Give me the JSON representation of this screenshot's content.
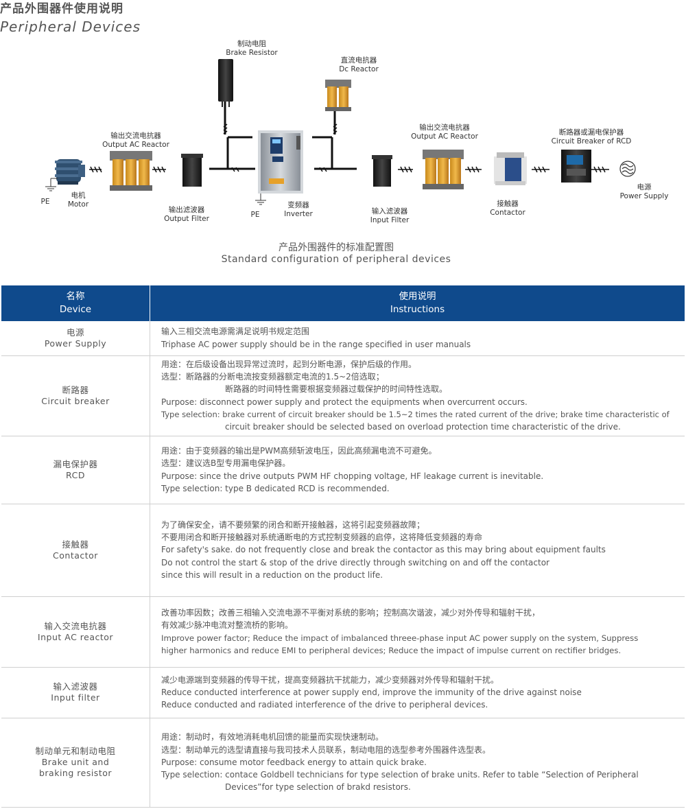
{
  "header": {
    "title_cn": "产品外围器件使用说明",
    "title_en": "Peripheral Devices"
  },
  "diagram": {
    "labels": {
      "brake_resistor_cn": "制动电阻",
      "brake_resistor_en": "Brake Resistor",
      "dc_reactor_cn": "直流电抗器",
      "dc_reactor_en": "Dc Reactor",
      "output_ac_reactor_cn": "输出交流电抗器",
      "output_ac_reactor_en": "Output AC Reactor",
      "output_ac_reactor2_cn": "输出交流电抗器",
      "output_ac_reactor2_en": "Output AC Reactor",
      "breaker_cn": "断路器或漏电保护器",
      "breaker_en": "Circuit Breaker of RCD",
      "motor_cn": "电机",
      "motor_en": "Motor",
      "pe1": "PE",
      "pe2": "PE",
      "output_filter_cn": "输出滤波器",
      "output_filter_en": "Output Filter",
      "inverter_cn": "变频器",
      "inverter_en": "Inverter",
      "input_filter_cn": "输入滤波器",
      "input_filter_en": "Input Filter",
      "contactor_cn": "接触器",
      "contactor_en": "Contactor",
      "power_cn": "电源",
      "power_en": "Power Supply"
    },
    "caption_cn": "产品外围器件的标准配置图",
    "caption_en": "Standard configuration of peripheral devices"
  },
  "table": {
    "headers": {
      "device_cn": "名称",
      "device_en": "Device",
      "instr_cn": "使用说明",
      "instr_en": "Instructions"
    },
    "rows": [
      {
        "name_cn": "电源",
        "name_en": "Power Supply",
        "lines": [
          "输入三相交流电源需满足说明书规定范围",
          "Triphase AC power supply should be in the range specified in user manuals"
        ]
      },
      {
        "name_cn": "断路器",
        "name_en": "Circuit breaker",
        "lines": [
          "用途：在后级设备出现异常过流时，起到分断电源，保护后级的作用。",
          "选型：断路器的分断电流按变频器额定电流的1.5~2倍选取；",
          "断路器的时间特性需要根据变频器过载保护的时间特性选取。",
          "Purpose: disconnect power supply and protect the equipments when overcurrent occurs.",
          "Type selection: brake current of circuit breaker should be 1.5~2 times the rated current of the drive; brake time characteristic of",
          "circuit breaker should be selected based on overload protection time characteristic of the drive."
        ]
      },
      {
        "name_cn": "漏电保护器",
        "name_en": "RCD",
        "lines": [
          "用途：由于变频器的输出是PWM高频斩波电压，因此高频漏电流不可避免。",
          "选型：建议选B型专用漏电保护器。",
          "Purpose: since the drive outputs PWM HF chopping voltage, HF leakage current is inevitable.",
          "Type selection: type B dedicated RCD is recommended."
        ]
      },
      {
        "name_cn": "接触器",
        "name_en": "Contactor",
        "lines": [
          "为了确保安全，请不要频繁的闭合和断开接触器，这将引起变频器故障；",
          "不要用闭合和断开接触器对系统通断电的方式控制变频器的启停，这将降低变频器的寿命",
          "For safety's sake. do not frequently close and break the contactor as this may bring about equipment faults",
          "Do not control the start & stop of the drive directly through switching on and off the contactor",
          "since this will result in a reduction on the product life."
        ]
      },
      {
        "name_cn": "输入交流电抗器",
        "name_en": "Input AC reactor",
        "lines": [
          "改善功率因数；改善三相输入交流电源不平衡对系统的影响；控制高次谐波，减少对外传导和辐射干扰，",
          "有效减少脉冲电流对整流桥的影响。",
          "Improve power factor; Reduce the impact of imbalanced threee-phase input AC power supply on the system, Suppress",
          "higher harmonics and reduce EMI to peripheral devices; Reduce the impact of impulse current on rectifier bridges."
        ]
      },
      {
        "name_cn": "输入滤波器",
        "name_en": "Input filter",
        "lines": [
          "减少电源端到变频器的传导干扰，提高变频器抗干扰能力，减少变频器对外传导和辐射干扰。",
          "Reduce conducted interference at power supply end, improve the immunity of the drive against noise",
          "Reduce conducted and radiated interference of the drive to peripheral devices."
        ]
      },
      {
        "name_cn": "制动单元和制动电阻",
        "name_en": "Brake unit and braking resistor",
        "lines": [
          "用途：制动时，有效地消耗电机回馈的能量而实现快速制动。",
          "选型：制动单元的选型请直接与我司技术人员联系，制动电阻的选型参考外围器件选型表。",
          "Purpose: consume motor feedback energy to attain quick brake.",
          "Type selection: contace Goldbell technicians for type selection of brake units. Refer to table “Selection of Peripheral",
          "Devices”for type selection of brakd resistors."
        ]
      }
    ]
  }
}
